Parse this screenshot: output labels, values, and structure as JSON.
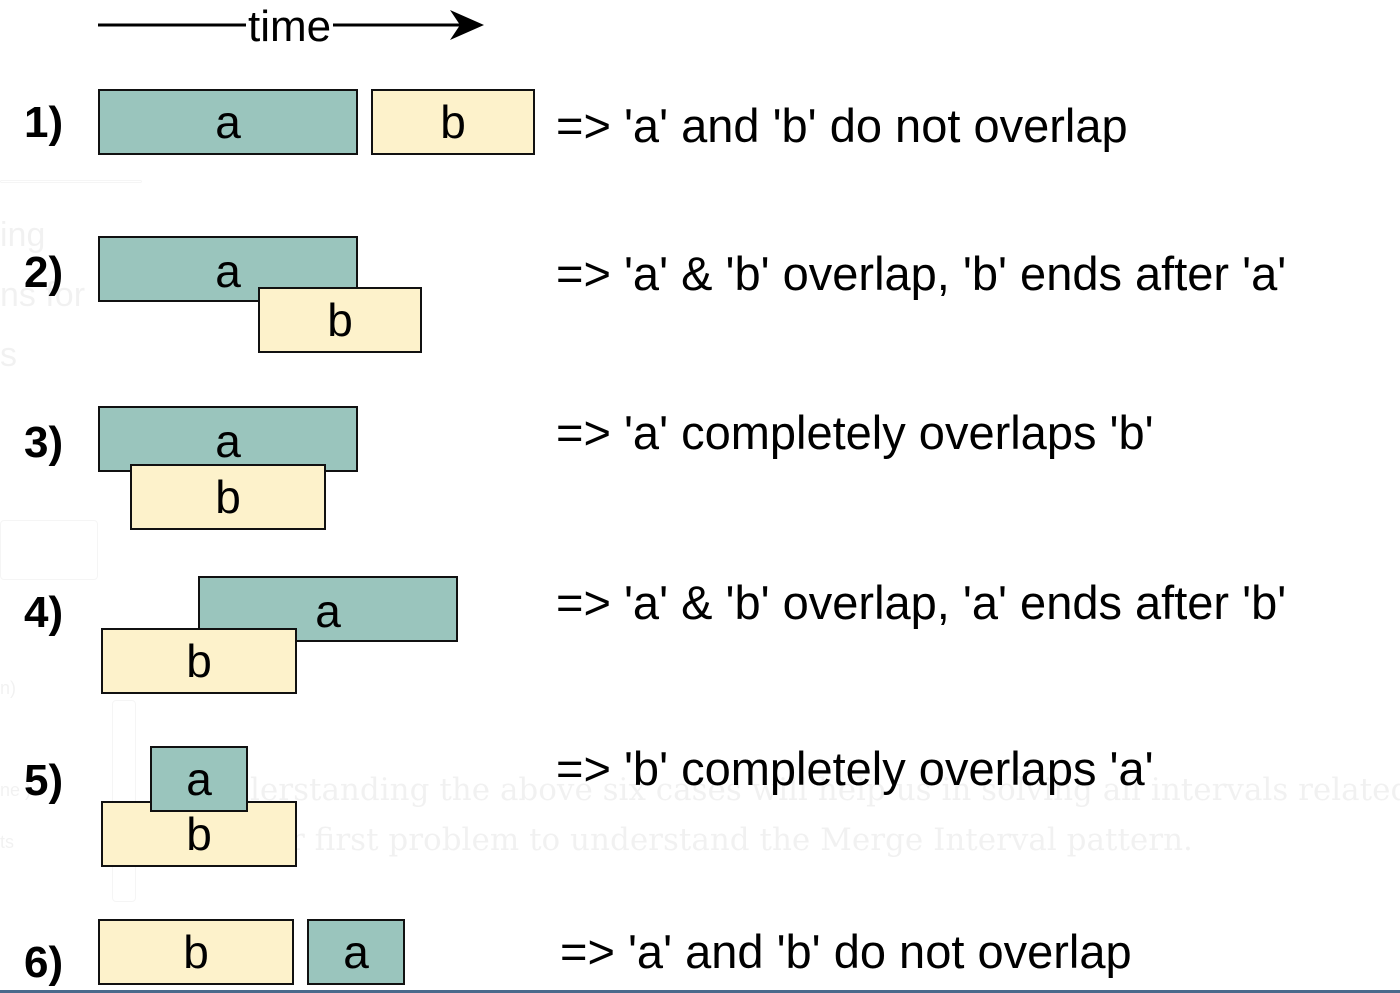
{
  "axis": {
    "label": "time",
    "arrow_icon": "arrow-right-icon"
  },
  "colors": {
    "interval_a": "#9ac5bd",
    "interval_b": "#fdf2cb",
    "border": "#111111"
  },
  "rows": [
    {
      "number": "1)",
      "a_label": "a",
      "b_label": "b",
      "description": "=> 'a' and 'b' do not overlap"
    },
    {
      "number": "2)",
      "a_label": "a",
      "b_label": "b",
      "description": "=> 'a' & 'b' overlap, 'b' ends after 'a'"
    },
    {
      "number": "3)",
      "a_label": "a",
      "b_label": "b",
      "description": "=> 'a' completely overlaps 'b'"
    },
    {
      "number": "4)",
      "a_label": "a",
      "b_label": "b",
      "description": "=> 'a' & 'b' overlap, 'a' ends after 'b'"
    },
    {
      "number": "5)",
      "a_label": "a",
      "b_label": "b",
      "description": "=> 'b' completely overlaps 'a'"
    },
    {
      "number": "6)",
      "a_label": "a",
      "b_label": "b",
      "description": "=> 'a' and 'b' do not overlap"
    }
  ],
  "background_text": {
    "line_1": "lerstanding the above six cases will help us in solving all intervals related problems",
    "line_2": "r first problem to understand the Merge Interval pattern.",
    "side_1": "ing",
    "side_2": "ns for",
    "side_3": "s",
    "side_4": "n)",
    "side_5": "ne )",
    "side_6": "ts"
  }
}
